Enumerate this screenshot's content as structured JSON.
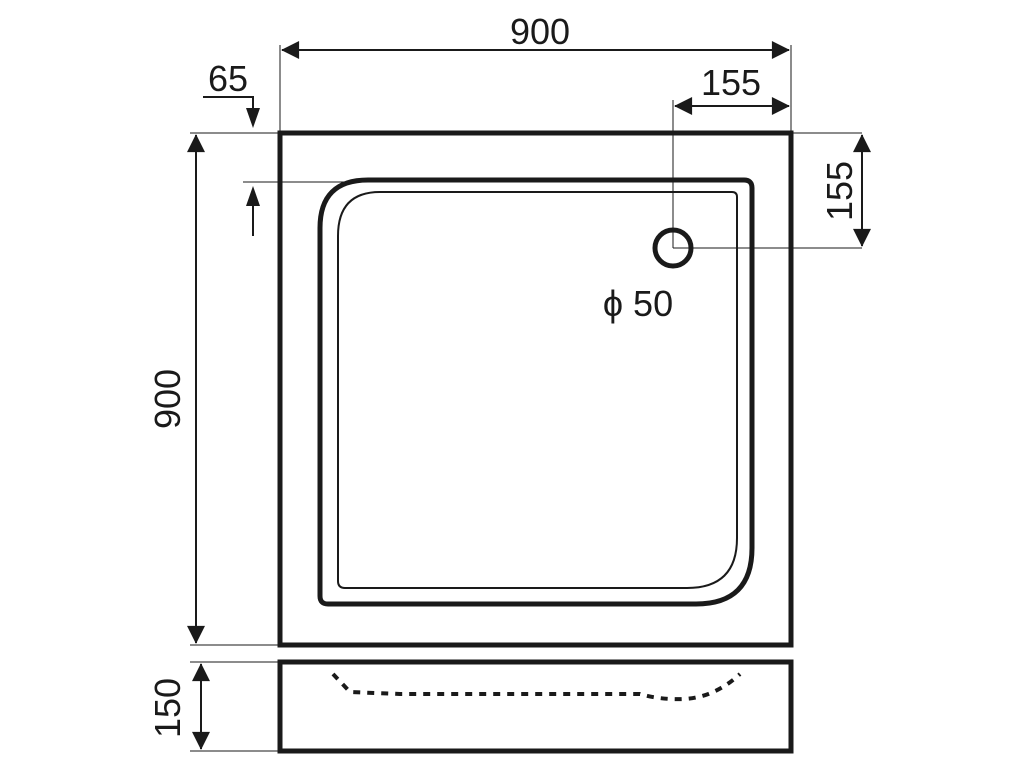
{
  "dimensions": {
    "width_top": "900",
    "height_left": "900",
    "rim_offset": "65",
    "drain_offset_x": "155",
    "drain_offset_y": "155",
    "drain_diameter": "ϕ 50",
    "tray_height": "150"
  },
  "colors": {
    "line": "#1a1a1a",
    "background": "#ffffff"
  },
  "icons": {
    "drain": "drain-hole-icon"
  }
}
